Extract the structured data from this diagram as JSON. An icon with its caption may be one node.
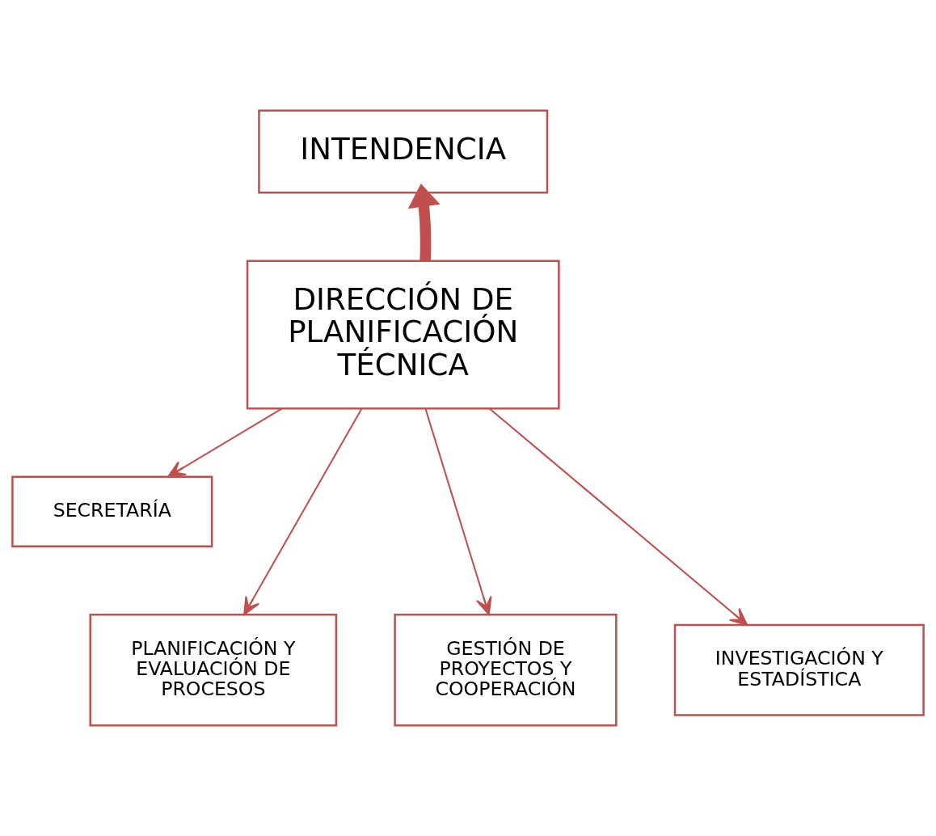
{
  "diagram": {
    "nodes": [
      {
        "text": [
          "INTENDENCIA"
        ]
      },
      {
        "text": [
          "DIRECCIÓN DE PLANIFICACIÓN TÉCNICA"
        ]
      },
      {
        "text": [
          "SECRETARÍA"
        ]
      },
      {
        "text": [
          "PLANIFICACIÓN Y EVALUACIÓN DE PROCESOS"
        ]
      },
      {
        "text": [
          "GESTIÓN DE PROYECTOS Y COOPERACIÓN"
        ]
      },
      {
        "text": [
          "INVESTIGACIÓN Y ESTADÍSTICA"
        ]
      }
    ],
    "edges": [
      {
        "from": 1,
        "to": 0,
        "arrow": "to",
        "style": "thick"
      },
      {
        "from": 1,
        "to": 2,
        "arrow": "to"
      },
      {
        "from": 1,
        "to": 3,
        "arrow": "to"
      },
      {
        "from": 1,
        "to": 4,
        "arrow": "to"
      },
      {
        "from": 1,
        "to": 5,
        "arrow": "to"
      }
    ]
  }
}
